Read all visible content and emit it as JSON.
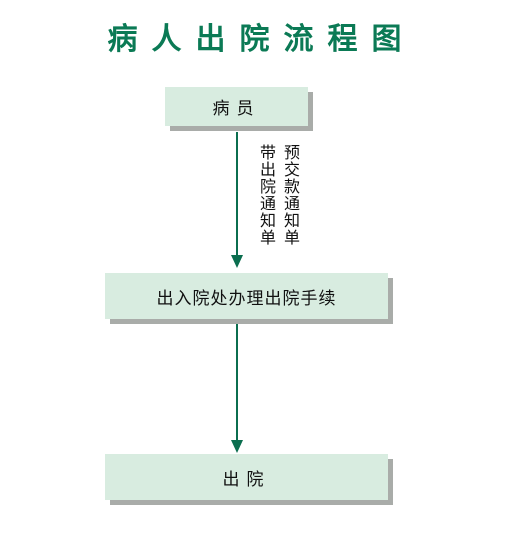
{
  "title": "病人出院流程图",
  "nodes": {
    "start": "病员",
    "process": "出入院处办理出院手续",
    "end": "出院"
  },
  "edge_notes": {
    "note_a": "带出院通知单",
    "note_b": "预交款通知单"
  },
  "colors": {
    "title": "#0b7a55",
    "box_fill": "#d8ece0",
    "box_shadow": "#a9aca9",
    "arrow": "#0b6e4f"
  }
}
